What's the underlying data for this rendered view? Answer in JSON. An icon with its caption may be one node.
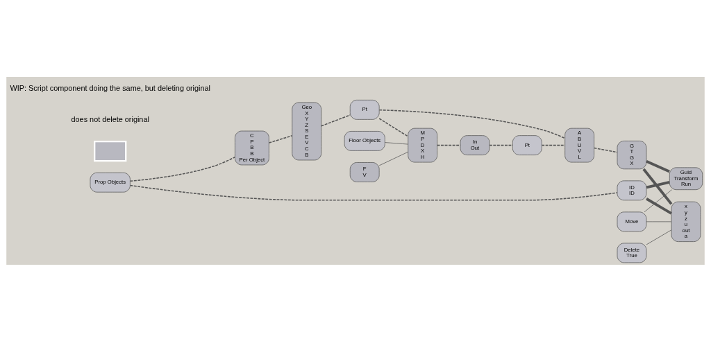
{
  "diagram": {
    "nodes": [
      {
        "text": [
          "Floor Objects"
        ]
      },
      {
        "text": [
          "M",
          "P",
          "D",
          "X",
          "H"
        ]
      },
      {
        "text": [
          "F",
          "V"
        ]
      },
      {
        "text": [
          "In",
          "Out"
        ]
      },
      {
        "text": [
          "Pt"
        ]
      },
      {
        "text": [
          "C",
          "P",
          "B",
          "B",
          "Per Object"
        ]
      },
      {
        "text": [
          "Geo",
          "X",
          "Y",
          "Z",
          "S",
          "E",
          "V",
          "C",
          "B"
        ]
      },
      {
        "text": [
          "Pt"
        ]
      },
      {
        "text": [
          "A",
          "B",
          "U",
          "V",
          "L"
        ]
      },
      {
        "text": [
          "G",
          "T",
          "G",
          "X"
        ]
      },
      {
        "text": [
          "Guid",
          "Transform",
          "Run"
        ]
      },
      {
        "text": [
          "Prop Objects"
        ]
      },
      {
        "text": [
          "ID",
          "ID"
        ]
      },
      {
        "text": [
          "Move"
        ]
      },
      {
        "text": [
          "Delete",
          "True"
        ]
      },
      {
        "text": [
          "x",
          "y",
          "z",
          "u",
          "out",
          "a"
        ]
      },
      {
        "text": [],
        "shape": "box"
      }
    ],
    "edges": [
      {
        "from": 0,
        "to": 1,
        "arrow": "none"
      },
      {
        "from": 2,
        "to": 1,
        "arrow": "none"
      },
      {
        "from": 7,
        "to": 1,
        "arrow": "none",
        "style": "dashed"
      },
      {
        "from": 1,
        "to": 3,
        "arrow": "none",
        "style": "dashed"
      },
      {
        "from": 3,
        "to": 4,
        "arrow": "none",
        "style": "dashed"
      },
      {
        "from": 11,
        "to": 5,
        "arrow": "none",
        "style": "dashed"
      },
      {
        "from": 5,
        "to": 6,
        "arrow": "none",
        "style": "dashed"
      },
      {
        "from": 6,
        "to": 7,
        "arrow": "none",
        "style": "dashed"
      },
      {
        "from": 7,
        "to": 8,
        "arrow": "none",
        "style": "dashed"
      },
      {
        "from": 4,
        "to": 8,
        "arrow": "none",
        "style": "dashed"
      },
      {
        "from": 8,
        "to": 9,
        "arrow": "none",
        "style": "dashed"
      },
      {
        "from": 9,
        "to": 10,
        "arrow": "none",
        "style": "thick"
      },
      {
        "from": 9,
        "to": 15,
        "arrow": "none",
        "style": "thick"
      },
      {
        "from": 11,
        "to": 12,
        "arrow": "none",
        "style": "dashed"
      },
      {
        "from": 12,
        "to": 10,
        "arrow": "none",
        "style": "thick"
      },
      {
        "from": 12,
        "to": 15,
        "arrow": "none",
        "style": "thick"
      },
      {
        "from": 13,
        "to": 10,
        "arrow": "none"
      },
      {
        "from": 13,
        "to": 15,
        "arrow": "none"
      },
      {
        "from": 14,
        "to": 15,
        "arrow": "none"
      }
    ],
    "labels": [
      "does not delete original",
      "WIP: Script component doing the same, but deleting original"
    ]
  }
}
